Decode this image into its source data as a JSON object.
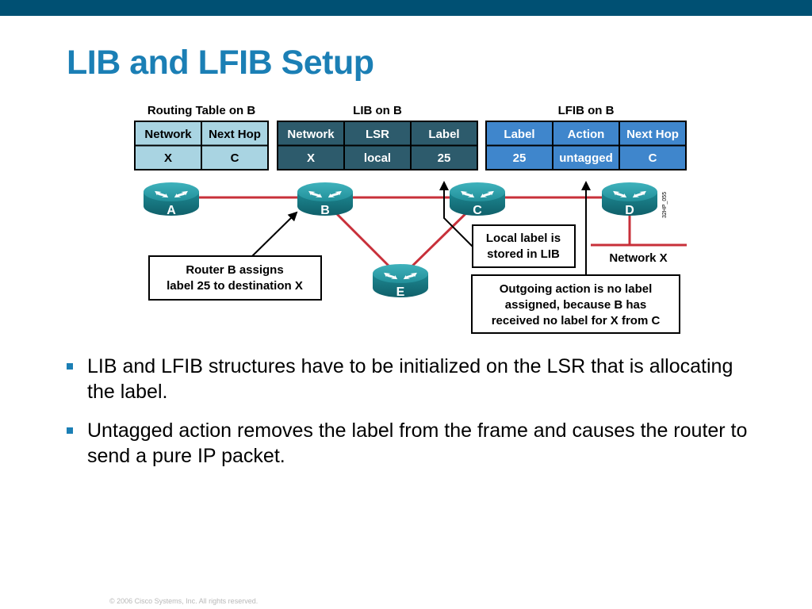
{
  "slide": {
    "title": "LIB and LFIB Setup",
    "footer": "© 2006 Cisco Systems, Inc. All rights reserved."
  },
  "tables": {
    "routing": {
      "caption": "Routing Table on B",
      "headers": [
        "Network",
        "Next Hop"
      ],
      "row": [
        "X",
        "C"
      ]
    },
    "lib": {
      "caption": "LIB on B",
      "headers": [
        "Network",
        "LSR",
        "Label"
      ],
      "row": [
        "X",
        "local",
        "25"
      ]
    },
    "lfib": {
      "caption": "LFIB on B",
      "headers": [
        "Label",
        "Action",
        "Next Hop"
      ],
      "row": [
        "25",
        "untagged",
        "C"
      ]
    }
  },
  "routers": {
    "a": "A",
    "b": "B",
    "c": "C",
    "d": "D",
    "e": "E"
  },
  "labels": {
    "network_x": "Network X",
    "figure_id": "32HP_055"
  },
  "callouts": {
    "router_b": [
      "Router B assigns",
      "label 25 to destination X"
    ],
    "local_label": [
      "Local label is",
      "stored in LIB"
    ],
    "outgoing": [
      "Outgoing action is no label",
      "assigned, because B has",
      "received no label for X from C"
    ]
  },
  "bullets": [
    "LIB and LFIB structures have to be initialized on the LSR that is allocating the label.",
    "Untagged action removes the label from the frame and causes the router to send a pure IP packet."
  ],
  "colors": {
    "top_bar": "#005073",
    "title": "#1b7fb5",
    "routing_table_fill": "#a9d4e2",
    "lib_fill": "#2d5b6c",
    "lfib_fill": "#3f86cc",
    "link": "#c8303a",
    "router": "#1f8a94"
  }
}
